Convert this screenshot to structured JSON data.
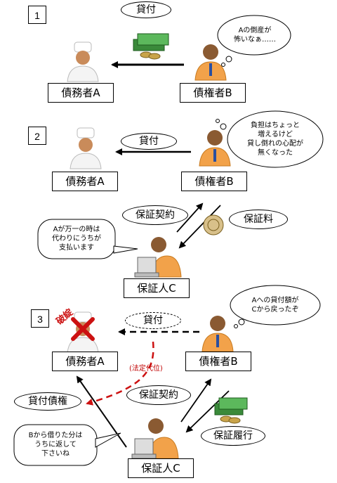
{
  "steps": [
    "1",
    "2",
    "3"
  ],
  "parties": {
    "debtor": "債務者A",
    "creditor": "債権者B",
    "guarantor": "保証人C"
  },
  "arrows": {
    "loan": "貸付",
    "guarantee_contract": "保証契約",
    "guarantee_fee": "保証料",
    "guarantee_performance": "保証履行",
    "loan_claim": "貸付債権",
    "subrogation": "(法定代位)"
  },
  "thoughts": {
    "creditor_step1": "Aの倒産が\n怖いなぁ……",
    "creditor_step2": "負担はちょっと\n増えるけど\n貸し倒れの心配が\n無くなった",
    "creditor_step3": "Aへの貸付額が\nCから戻ったぞ"
  },
  "speech": {
    "guarantor_step2": "Aが万一の時は\n代わりにうちが\n支払います",
    "guarantor_step3": "Bから借りた分は\nうちに返して\n下さいね"
  },
  "stamp": "破綻",
  "colors": {
    "red": "#cc1111",
    "orange": "#f2a24a",
    "money_green": "#3a8a3a"
  }
}
